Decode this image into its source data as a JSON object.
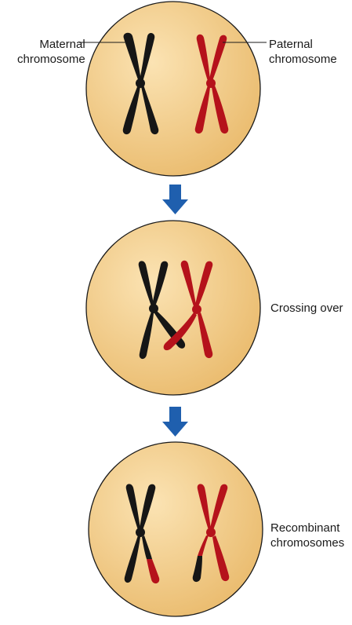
{
  "colors": {
    "cell_fill_light": "#fbe3b3",
    "cell_fill_dark": "#e9b96a",
    "cell_outline": "#1a1a1a",
    "maternal": "#161616",
    "paternal": "#b5121b",
    "arrow": "#1f5fae"
  },
  "labels": {
    "maternal": [
      "Maternal",
      "chromosome"
    ],
    "paternal": [
      "Paternal",
      "chromosome"
    ],
    "crossing_over": "Crossing over",
    "recombinant": [
      "Recombinant",
      "chromosomes"
    ]
  },
  "icons": [
    "down-arrow-icon",
    "down-arrow-icon"
  ]
}
